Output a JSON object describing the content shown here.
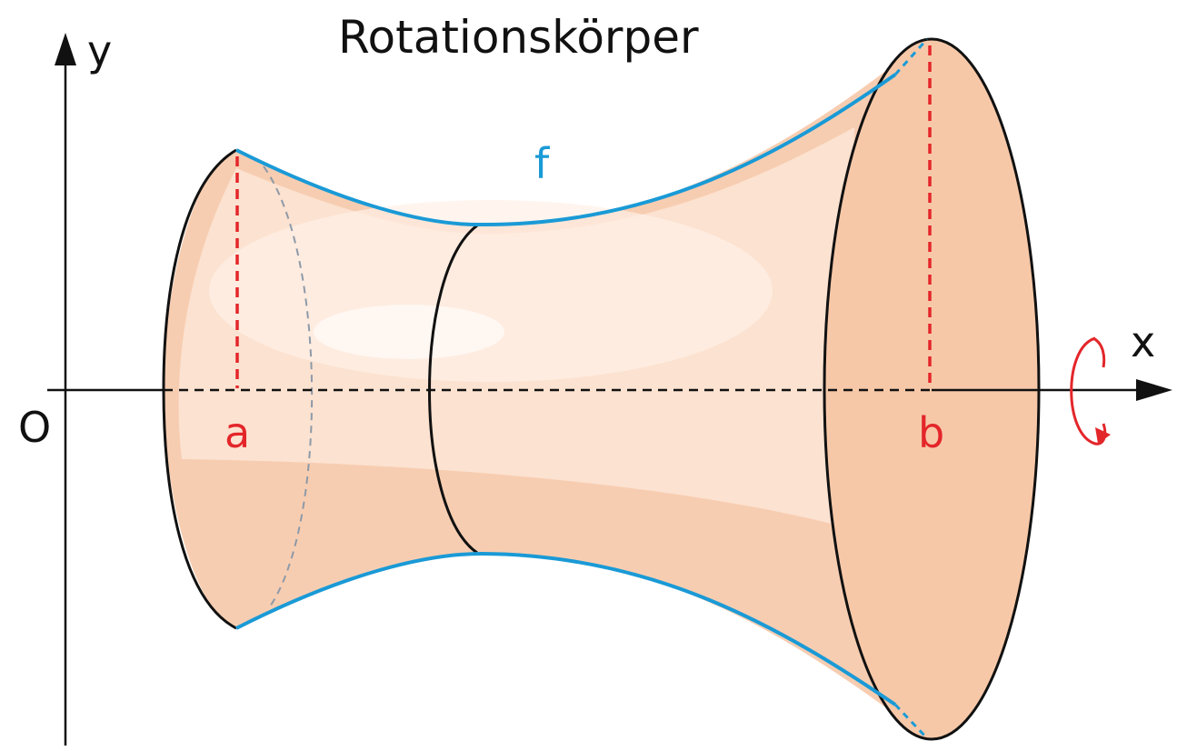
{
  "title": "Rotationskörper",
  "axes": {
    "x_label": "x",
    "y_label": "y",
    "origin_label": "O"
  },
  "function_label": "f",
  "bounds": {
    "lower_label": "a",
    "upper_label": "b"
  },
  "colors": {
    "body_fill": "#f7cdb1",
    "body_fill_light": "#fde5d6",
    "highlight": "#fff4ec",
    "curve": "#1a9ad6",
    "bound_marks": "#e3262a",
    "rotation_arrow": "#e3262a",
    "outline": "#111111",
    "hidden_edge": "#8e9aa8"
  },
  "icons": {
    "rotation": "rotation-arrow-icon"
  }
}
